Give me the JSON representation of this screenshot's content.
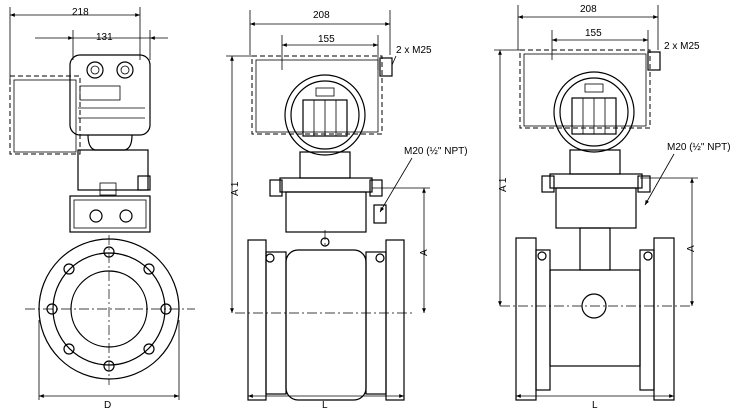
{
  "view_left": {
    "dim_overall_width": "218",
    "dim_housing_width": "131",
    "dim_diameter": "D"
  },
  "view_middle": {
    "dim_overall_width": "208",
    "dim_inner_width": "155",
    "cable_entries": "2 x M25",
    "conduit": "M20 (½\" NPT)",
    "dim_height_total": "A 1",
    "dim_height": "A",
    "dim_length": "L"
  },
  "view_right": {
    "dim_overall_width": "208",
    "dim_inner_width": "155",
    "cable_entries": "2 x M25",
    "conduit": "M20 (½\" NPT)",
    "dim_height_total": "A 1",
    "dim_height": "A",
    "dim_length": "L"
  }
}
